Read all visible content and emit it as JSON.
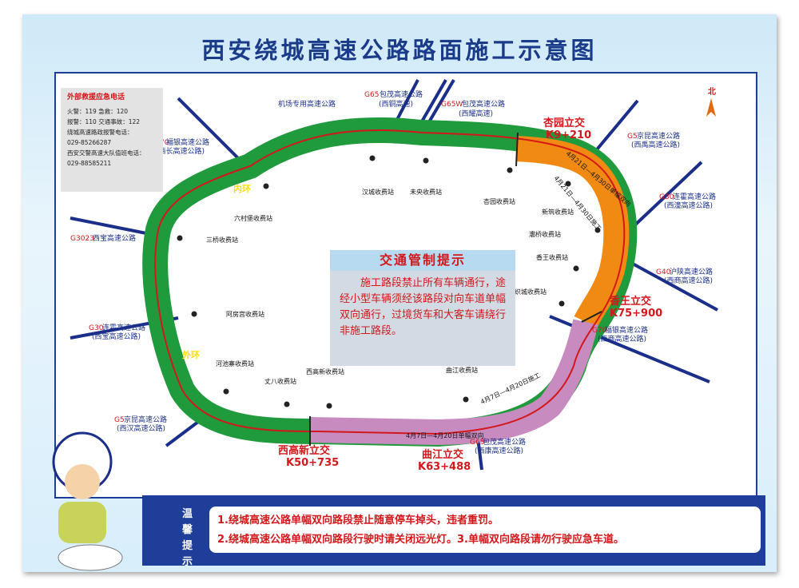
{
  "title": "西安绕城高速公路路面施工示意图",
  "north": "北",
  "emergency": {
    "heading": "外部救援应急电话",
    "lines": [
      "火警：119  急救：120",
      "报警：110  交通事故：122",
      "绕城高速路政报警电话：",
      "029-85266287",
      "西安交警高速大队值班电话：",
      "029-88585211"
    ]
  },
  "notice": {
    "heading": "交通管制提示",
    "body": "施工路段禁止所有车辆通行，途经小型车辆须经该路段对向车道单幅双向通行，过境货车和大客车请绕行非施工路段。"
  },
  "tips": {
    "label": "温馨提示",
    "line1": "1.绕城高速公路单幅双向路段禁止随意停车掉头，违者重罚。",
    "line2": "2.绕城高速公路单幅双向路段行驶时请关闭远光灯。3.单幅双向路段请勿行驶应急车道。"
  },
  "ring_labels": {
    "inner": "内环",
    "outer": "外环"
  },
  "interchanges": [
    {
      "name": "杏园立交",
      "km": "K9+210"
    },
    {
      "name": "香王立交",
      "km": "K75+900"
    },
    {
      "name": "西高新立交",
      "km": "K50+735"
    },
    {
      "name": "曲江立交",
      "km": "K63+488"
    }
  ],
  "work_zones": [
    "4月21日—4月30日施工",
    "4月21日—4月30日单幅双向",
    "4月7日—4月20日施工",
    "4月7日—4月20日单幅双向"
  ],
  "highways": [
    {
      "code": "G65",
      "name": "包茂高速公路",
      "alias": "(西铜高速)"
    },
    {
      "code": "G65W",
      "name": "包茂高速公路",
      "alias": "(西耀高速)"
    },
    {
      "code": "",
      "name": "机场专用高速公路",
      "alias": ""
    },
    {
      "code": "G70",
      "name": "福银高速公路",
      "alias": "(西长高速公路)"
    },
    {
      "code": "G5",
      "name": "京昆高速公路",
      "alias": "(西禹高速公路)"
    },
    {
      "code": "G30",
      "name": "连霍高速公路",
      "alias": "(西潼高速公路)"
    },
    {
      "code": "G40",
      "name": "沪陕高速公路",
      "alias": "(西商高速公路)"
    },
    {
      "code": "G70",
      "name": "福银高速公路",
      "alias": "(西商高速公路)"
    },
    {
      "code": "G65",
      "name": "包茂高速公路",
      "alias": "(西康高速公路)"
    },
    {
      "code": "G5",
      "name": "京昆高速公路",
      "alias": "(西汉高速公路)"
    },
    {
      "code": "G30",
      "name": "连霍高速公路",
      "alias": "(西宝高速公路)"
    },
    {
      "code": "G3023",
      "name": "西宝高速公路",
      "alias": ""
    }
  ],
  "toll_stations": [
    "汉城收费站",
    "未央收费站",
    "杏园收费站",
    "新筑收费站",
    "灞桥收费站",
    "香王收费站",
    "纺织城收费站",
    "曲江收费站",
    "西高新收费站",
    "丈八收费站",
    "河池寨收费站",
    "阿房宫收费站",
    "三桥收费站",
    "六村堡收费站"
  ]
}
